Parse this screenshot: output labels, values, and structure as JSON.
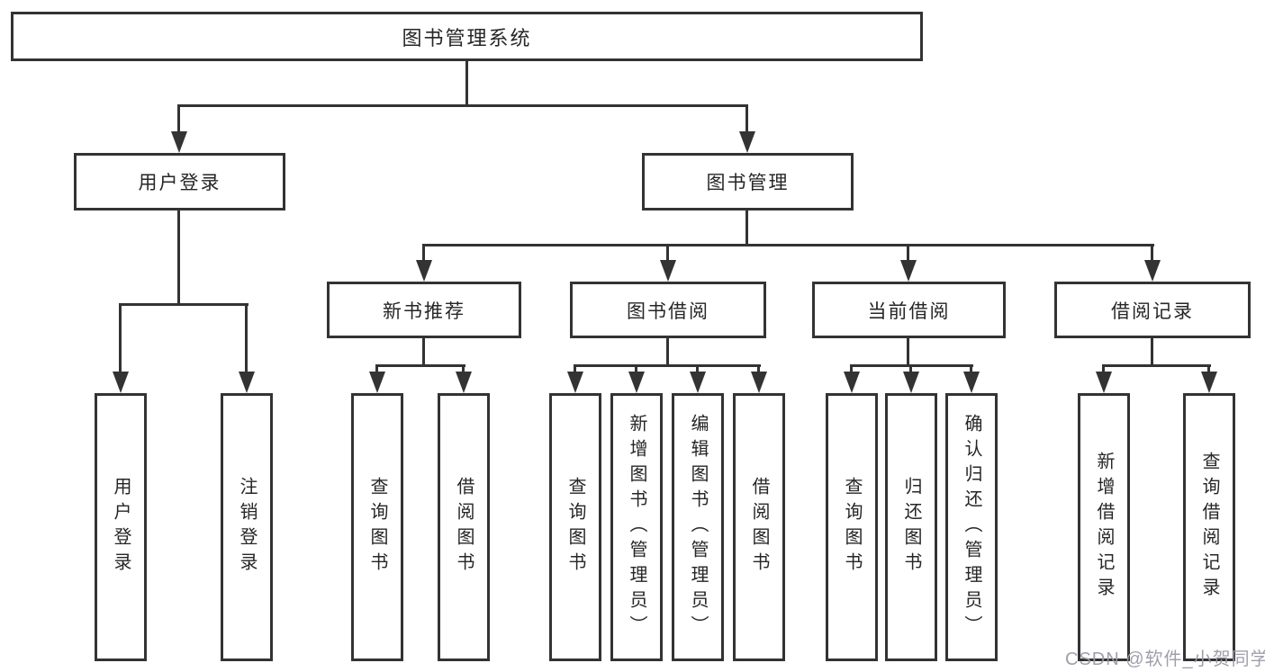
{
  "nodes": {
    "root": "图书管理系统",
    "level2": [
      "用户登录",
      "图书管理"
    ],
    "level3": [
      "新书推荐",
      "图书借阅",
      "当前借阅",
      "借阅记录"
    ],
    "leaves": [
      "用户登录",
      "注销登录",
      "查询图书",
      "借阅图书",
      "查询图书",
      "新增图书（管理员）",
      "编辑图书（管理员）",
      "借阅图书",
      "查询图书",
      "归还图书",
      "确认归还（管理员）",
      "新增借阅记录",
      "查询借阅记录"
    ]
  },
  "watermark": "CSDN @软件_小贺同学",
  "colors": {
    "line": "#333333",
    "box_border": "#333333",
    "text": "#262626",
    "background": "#ffffff",
    "watermark": "#9a9aa6"
  }
}
